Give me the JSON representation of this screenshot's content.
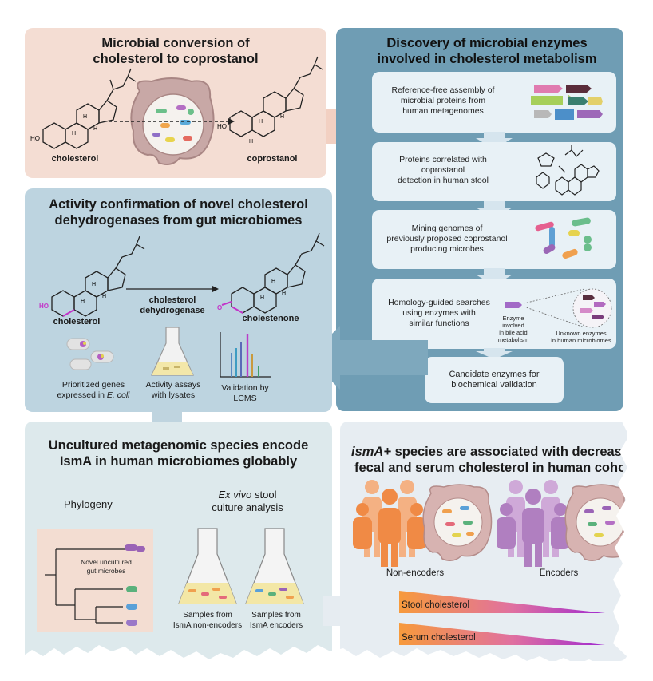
{
  "panels": {
    "conversion": {
      "title_line1": "Microbial conversion of",
      "title_line2": "cholesterol to coprostanol",
      "left_label": "cholesterol",
      "right_label": "coprostanol"
    },
    "discovery": {
      "title_line1": "Discovery of microbial enzymes",
      "title_line2": "involved in cholesterol metabolism",
      "steps": [
        {
          "line1": "Reference-free assembly of",
          "line2": "microbial proteins from",
          "line3": "human metagenomes"
        },
        {
          "line1": "Proteins correlated with",
          "line2": "coprostanol",
          "line3": "detection in human stool"
        },
        {
          "line1": "Mining genomes of",
          "line2": "previously proposed coprostanol",
          "line3": "producing microbes"
        },
        {
          "line1": "Homology-guided searches",
          "line2": "using enzymes with",
          "line3": "similar functions"
        }
      ],
      "enzyme_note_line1": "Enzyme",
      "enzyme_note_line2": "involved",
      "enzyme_note_line3": "in bile acid",
      "enzyme_note_line4": "metabolism",
      "unknown_line1": "Unknown enzymes",
      "unknown_line2": "in human microbiomes",
      "candidate_line1": "Candidate enzymes for",
      "candidate_line2": "biochemical validation"
    },
    "activity": {
      "title_line1": "Activity confirmation of novel cholesterol",
      "title_line2": "dehydrogenases from gut microbiomes",
      "left_label": "cholesterol",
      "arrow_line1": "cholesterol",
      "arrow_line2": "dehydrogenase",
      "right_label": "cholestenone",
      "item1_line1": "Prioritized genes",
      "item1_line2_pre": "expressed in ",
      "item1_line2_em": "E. coli",
      "item2_line1": "Activity assays",
      "item2_line2": "with lysates",
      "item3_line1": "Validation by",
      "item3_line2": "LCMS"
    },
    "uncultured": {
      "title_line1": "Uncultured metagenomic species encode",
      "title_line2": "IsmA in human microbiomes globably",
      "phylogeny": "Phylogeny",
      "exvivo_em": "Ex vivo",
      "exvivo_rest": " stool",
      "exvivo_line2": "culture analysis",
      "novel_line1": "Novel uncultured",
      "novel_line2": "gut microbes",
      "flask1_line1": "Samples from",
      "flask1_line2": "IsmA non-encoders",
      "flask2_line1": "Samples from",
      "flask2_line2": "IsmA encoders"
    },
    "association": {
      "title_em": "ismA+",
      "title_line1_rest": " species are associated with decrease",
      "title_line2": "fecal and serum cholesterol in human coho",
      "group1": "Non-encoders",
      "group2": "Encoders",
      "bar1": "Stool cholesterol",
      "bar2": "Serum cholesterol"
    }
  },
  "colors": {
    "pink_panel": "#f3ddd2",
    "blue_panel": "#6e9bb3",
    "light_blue_panel": "#bcd4e0",
    "pale_panel": "#dde9ec",
    "pale_panel2": "#e7edf2",
    "orange": "#f39a55",
    "purple": "#b27fc0",
    "magenta": "#c335c9"
  }
}
